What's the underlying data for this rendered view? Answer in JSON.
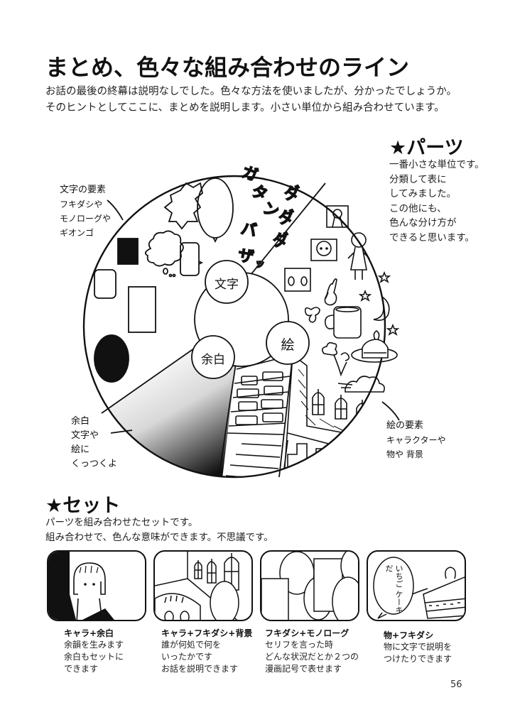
{
  "page": {
    "title": "まとめ、色々な組み合わせのライン",
    "intro": [
      "お話の最後の終幕は説明なしでした。色々な方法を使いましたが、分かったでしょうか。",
      "そのヒントとしてここに、まとめを説明します。小さい単位から組み合わせています。"
    ],
    "page_number": "56"
  },
  "parts": {
    "heading": "★パーツ",
    "body": [
      "一番小さな単位です。",
      "分類して表に",
      "してみました。",
      "この他にも、",
      "色んな分け方が",
      "できると思います。"
    ]
  },
  "diagram": {
    "center_labels": {
      "moji": "文字",
      "e": "絵",
      "yohaku": "余白"
    },
    "annotations": {
      "moji_elements": [
        "文字の要素",
        "フキダシや",
        "モノローグや",
        "ギオンゴ"
      ],
      "yohaku_elements": [
        "余白",
        "文字や",
        "絵に",
        "くっつくよ"
      ],
      "e_elements": [
        "絵の要素",
        "キャラクターや",
        "物や 背景"
      ]
    },
    "onomatopoeia": {
      "left_column": [
        "ガタン",
        "バ",
        "ザッ"
      ],
      "right_column": [
        "ダ",
        "ダ",
        "ダ"
      ]
    }
  },
  "set": {
    "heading": "★セット",
    "body": [
      "パーツを組み合わせたセットです。",
      "組み合わせで、色んな意味ができます。不思議です。"
    ],
    "panels": [
      {
        "title": "キャラ+余白",
        "lines": [
          "余韻を生みます",
          "余白もセットに",
          "できます"
        ]
      },
      {
        "title": "キャラ+フキダシ+背景",
        "lines": [
          "誰が何処で何を",
          "いったかです",
          "お話を説明できます"
        ]
      },
      {
        "title": "フキダシ+モノローグ",
        "lines": [
          "セリフを言った時",
          "どんな状況だとか２つの",
          "漫画記号で表せます"
        ]
      },
      {
        "title": "物+フキダシ",
        "lines": [
          "物に文字で説明を",
          "つけたりできます"
        ],
        "speech": [
          "いちご",
          "ケーキ",
          "だ"
        ]
      }
    ]
  }
}
